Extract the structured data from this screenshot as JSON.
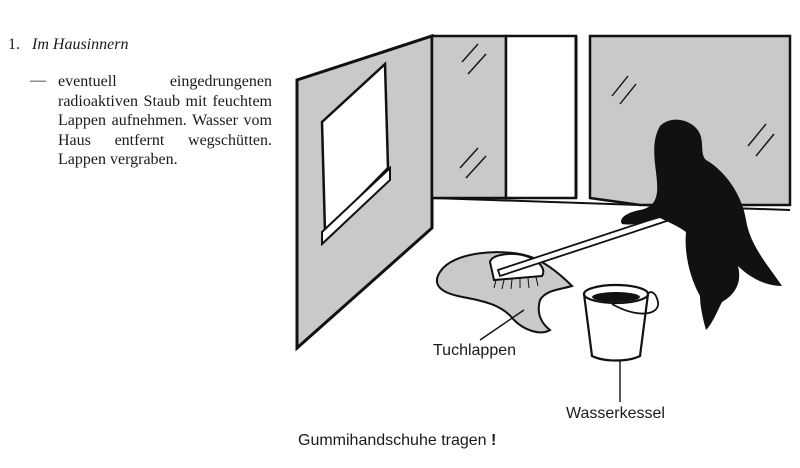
{
  "section": {
    "number": "1.",
    "title": "Im Hausinnern"
  },
  "instruction": {
    "bullet": "—",
    "text": "eventuell eingedrungenen radioaktiven Staub mit feuchtem Lappen aufnehmen. Wasser vom Haus entfernt wegschütten. Lappen vergraben."
  },
  "illustration": {
    "label_cloth": "Tuchlappen",
    "label_bucket": "Wasserkessel"
  },
  "caption": {
    "text": "Gummihandschuhe tragen",
    "mark": "!"
  }
}
